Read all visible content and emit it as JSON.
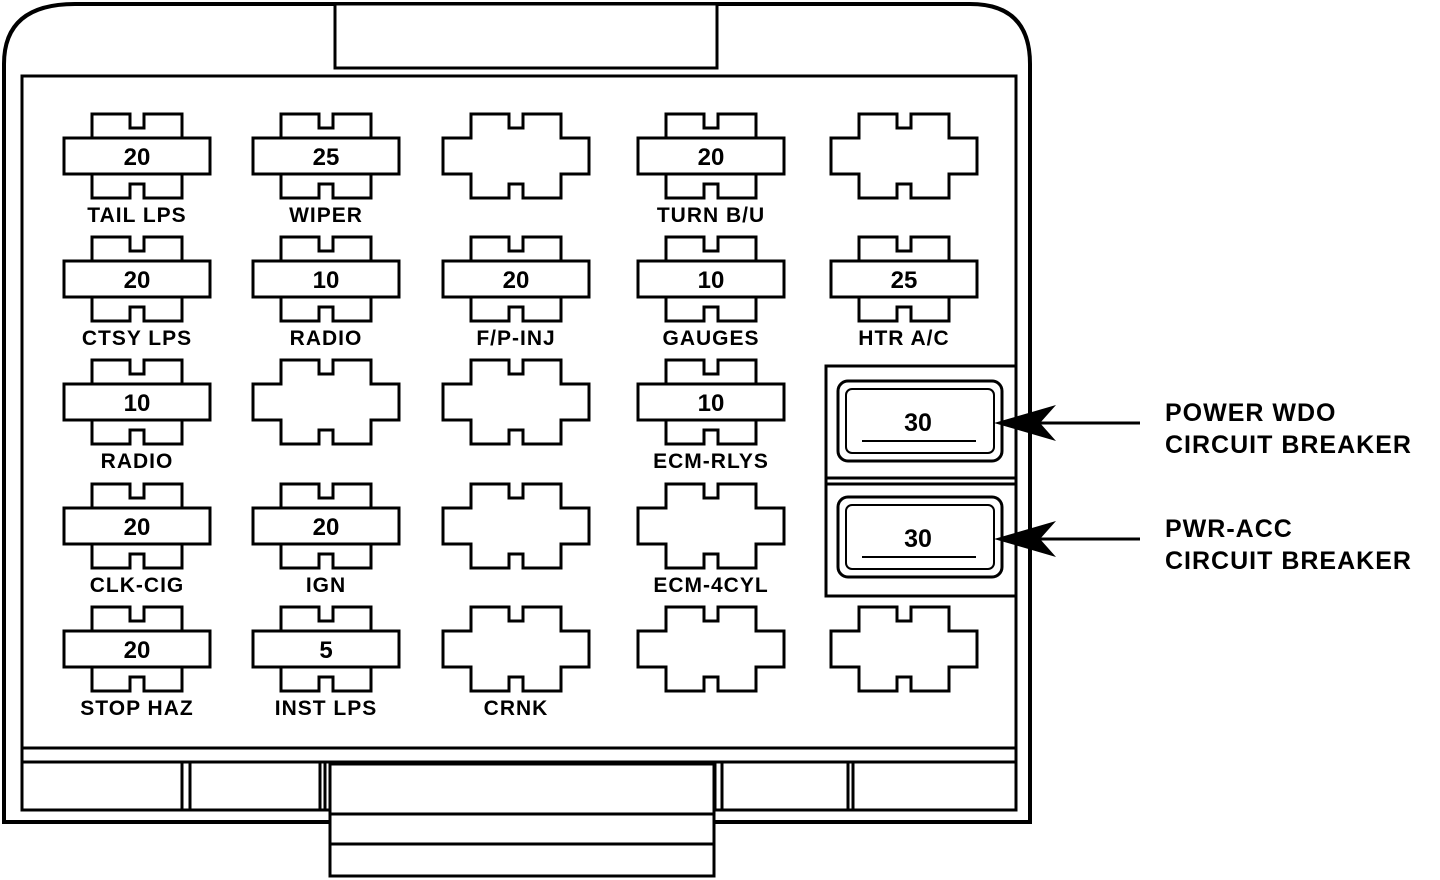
{
  "fuses": [
    {
      "rating": "20",
      "label": "TAIL LPS"
    },
    {
      "rating": "25",
      "label": "WIPER"
    },
    {
      "rating": "",
      "label": ""
    },
    {
      "rating": "20",
      "label": "TURN B/U"
    },
    {
      "rating": "",
      "label": ""
    },
    {
      "rating": "20",
      "label": "CTSY LPS"
    },
    {
      "rating": "10",
      "label": "RADIO"
    },
    {
      "rating": "20",
      "label": "F/P-INJ"
    },
    {
      "rating": "10",
      "label": "GAUGES"
    },
    {
      "rating": "25",
      "label": "HTR A/C"
    },
    {
      "rating": "10",
      "label": "RADIO"
    },
    {
      "rating": "",
      "label": ""
    },
    {
      "rating": "",
      "label": ""
    },
    {
      "rating": "10",
      "label": "ECM-RLYS"
    },
    {
      "rating": "20",
      "label": "CLK-CIG"
    },
    {
      "rating": "20",
      "label": "IGN"
    },
    {
      "rating": "",
      "label": ""
    },
    {
      "rating": "",
      "label": "ECM-4CYL"
    },
    {
      "rating": "20",
      "label": "STOP HAZ"
    },
    {
      "rating": "5",
      "label": "INST LPS"
    },
    {
      "rating": "",
      "label": "CRNK"
    },
    {
      "rating": "",
      "label": ""
    },
    {
      "rating": "",
      "label": ""
    }
  ],
  "breakers": [
    {
      "rating": "30",
      "callout_line1": "POWER WDO",
      "callout_line2": "CIRCUIT BREAKER"
    },
    {
      "rating": "30",
      "callout_line1": "PWR-ACC",
      "callout_line2": "CIRCUIT BREAKER"
    }
  ]
}
